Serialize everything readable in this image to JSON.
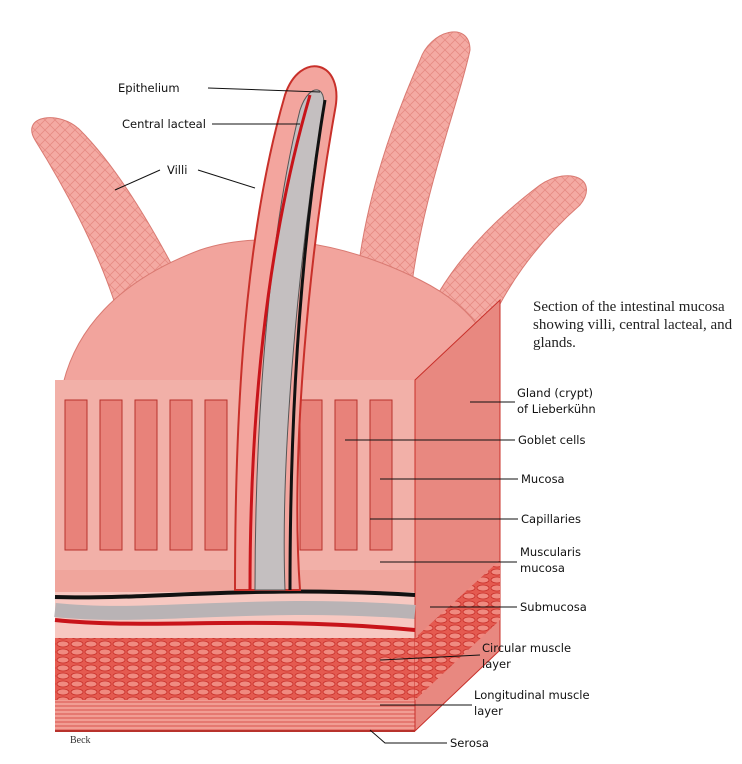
{
  "caption": "Section of the intestinal mucosa showing villi, central lacteal, and glands.",
  "signature": "Beck",
  "labels": {
    "epithelium": "Epithelium",
    "central_lacteal": "Central lacteal",
    "villi": "Villi",
    "gland_1": "Gland (crypt)",
    "gland_2": "of Lieberkühn",
    "goblet": "Goblet cells",
    "mucosa": "Mucosa",
    "capillaries": "Capillaries",
    "muscularis_1": "Muscularis",
    "muscularis_2": "mucosa",
    "submucosa": "Submucosa",
    "circular_1": "Circular muscle",
    "circular_2": "layer",
    "longitudinal_1": "Longitudinal muscle",
    "longitudinal_2": "layer",
    "serosa": "Serosa"
  },
  "colors": {
    "tissue": "#f0a09a",
    "tissue_dark": "#d9544e",
    "muscle": "#e2473f",
    "vessel": "#c8141a",
    "lacteal": "#b8b3b5"
  }
}
